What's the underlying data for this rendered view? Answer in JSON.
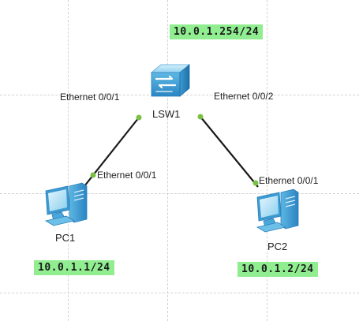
{
  "devices": {
    "switch": {
      "name": "LSW1",
      "ip": "10.0.1.254/24",
      "icon": "switch-icon"
    },
    "pc1": {
      "name": "PC1",
      "ip": "10.0.1.1/24",
      "icon": "pc-icon"
    },
    "pc2": {
      "name": "PC2",
      "ip": "10.0.1.2/24",
      "icon": "pc-icon"
    }
  },
  "links": {
    "lsw1_pc1": {
      "switch_port": "Ethernet 0/0/1",
      "pc_port": "Ethernet 0/0/1"
    },
    "lsw1_pc2": {
      "switch_port": "Ethernet 0/0/2",
      "pc_port": "Ethernet 0/0/1"
    }
  },
  "colors": {
    "ip_label_bg": "#90ee90",
    "port_dot": "#7ac143",
    "link_line": "#1a1a1a"
  }
}
